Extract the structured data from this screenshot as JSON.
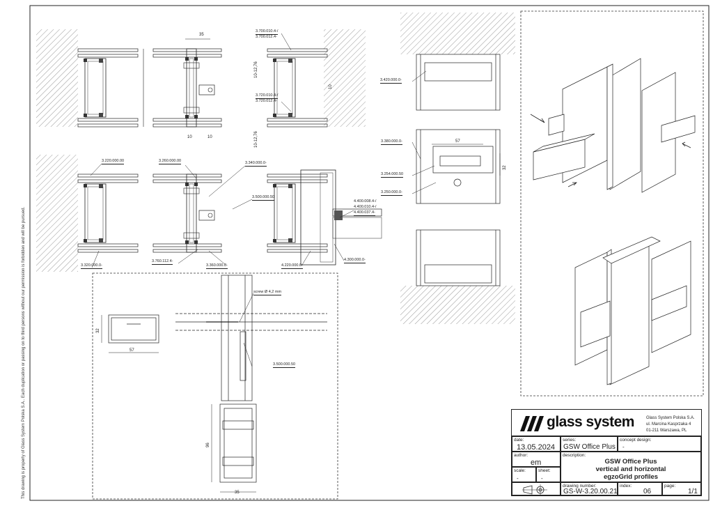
{
  "copyright": "This drawing is property of Glass System Polska S.A.. Each duplication or passing on to third persons without our permission is forbidden and will be pursued.",
  "dimensions": {
    "top_width": "35",
    "top_right_height1": "10-12,76",
    "top_right_height2": "10-12,76",
    "bottom_left_10": "10",
    "bottom_right_10": "10",
    "side_10": "10",
    "detail_width": "57",
    "detail_height": "32",
    "mid_right_width": "57",
    "mid_right_height": "32",
    "profile_height": "96",
    "profile_width": "35"
  },
  "labels": {
    "l1": "3.700.010.4-/",
    "l2": "3.700.012.4-",
    "l3": "3.720.010.4-/",
    "l4": "3.720.012.4-",
    "l5": "3.220.000.00",
    "l6": "3.260.000.00",
    "l7": "3.340.000.0-",
    "l8": "3.500.000.50",
    "l9": "4.400.008.4-/",
    "l10": "4.400.010.4-/",
    "l11": "4.400.037.4-",
    "l12": "3.320.000.0-",
    "l13": "3.760.112.4-",
    "l14": "3.360.000.0-",
    "l15": "4.220.000.0-",
    "l16": "4.300.000.0-",
    "l17": "3.420.000.0-",
    "l18": "3.380.000.0-",
    "l19": "3.254.000.50",
    "l20": "3.250.000.0-",
    "screw": "screw Ø 4,2 mm",
    "l21": "3.500.000.50"
  },
  "title_block": {
    "brand": "glass system",
    "company_line1": "Glass System Polska S.A.",
    "company_line2": "ul. Marcina Kasprzaka 4",
    "company_line3": "01-211 Warszawa, PL",
    "date_label": "date:",
    "date": "13.05.2024",
    "series_label": "series:",
    "series": "GSW Office Plus",
    "concept_label": "concept design:",
    "concept": "-",
    "author_label": "author:",
    "author": "em",
    "description_label": "description:",
    "description_l1": "GSW Office Plus",
    "description_l2": "vertical and horizontal",
    "description_l3": "egzoGrid profiles",
    "scale_label": "scale:",
    "scale": "-",
    "sheet_label": "sheet:",
    "sheet": "-",
    "drawing_number_label": "drawing number:",
    "drawing_number": "GS-W-3.20.00.21",
    "index_label": "index:",
    "index": "06",
    "page_label": "page:",
    "page": "1/1"
  }
}
